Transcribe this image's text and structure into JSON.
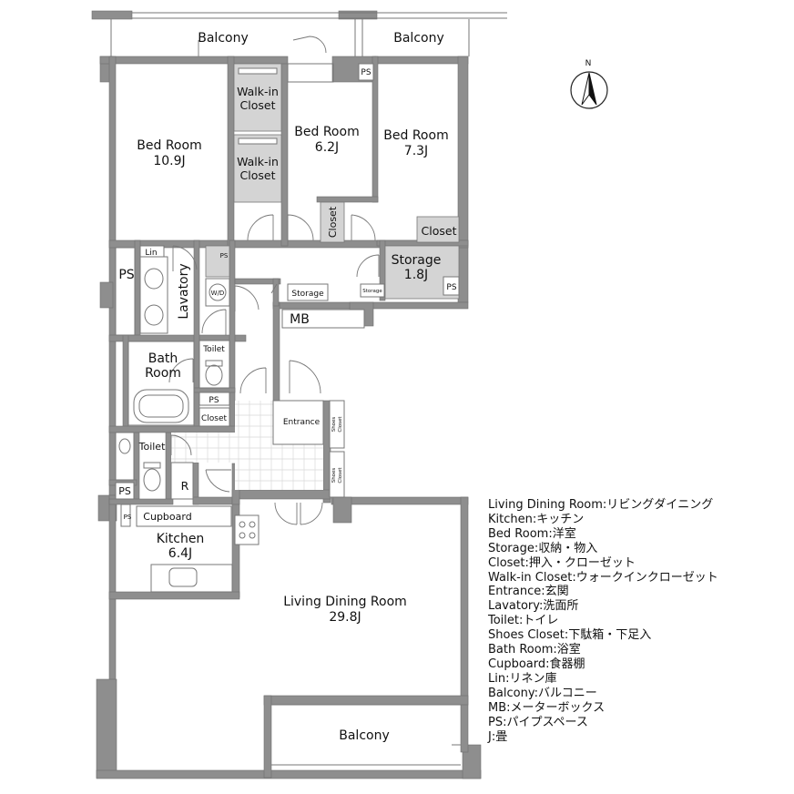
{
  "plan": {
    "balconies": [
      "Balcony",
      "Balcony",
      "Balcony"
    ],
    "bedroom_1": {
      "name": "Bed Room",
      "size": "10.9J"
    },
    "bedroom_2": {
      "name": "Bed Room",
      "size": "6.2J"
    },
    "bedroom_3": {
      "name": "Bed Room",
      "size": "7.3J"
    },
    "walkin_1": [
      "Walk-in",
      "Closet"
    ],
    "walkin_2": [
      "Walk-in",
      "Closet"
    ],
    "closet": "Closet",
    "closet_vertical": "Closet",
    "storage_main": {
      "name": "Storage",
      "size": "1.8J"
    },
    "storage_small": "Storage",
    "storage_tiny": "Storage",
    "ps": "PS",
    "lin": "Lin",
    "lavatory": "Lavatory",
    "wd": "W/D",
    "toilet": "Toilet",
    "bath": [
      "Bath",
      "Room"
    ],
    "closet_small": "Closet",
    "mb": "MB",
    "entrance": "Entrance",
    "shoes_closet": [
      "Shoes",
      "Closet"
    ],
    "refrigerator": "R",
    "cupboard": "Cupboard",
    "kitchen": {
      "name": "Kitchen",
      "size": "6.4J"
    },
    "living": {
      "name": "Living Dining Room",
      "size": "29.8J"
    },
    "north": "N"
  },
  "legend": [
    "Living Dining Room:リビングダイニング",
    "Kitchen:キッチン",
    "Bed Room:洋室",
    "Storage:収納・物入",
    "Closet:押入・クローゼット",
    "Walk-in Closet:ウォークインクローゼット",
    "Entrance:玄関",
    "Lavatory:洗面所",
    "Toilet:トイレ",
    "Shoes Closet:下駄箱・下足入",
    "Bath Room:浴室",
    "Cupboard:食器棚",
    "Lin:リネン庫",
    "Balcony:バルコニー",
    "MB:メーターボックス",
    "PS:パイプスペース",
    "J:畳"
  ],
  "colors": {
    "wall": "#8e8e8e",
    "closet_fill": "#d4d4d4",
    "tile_grid": "#d8d8d8"
  }
}
